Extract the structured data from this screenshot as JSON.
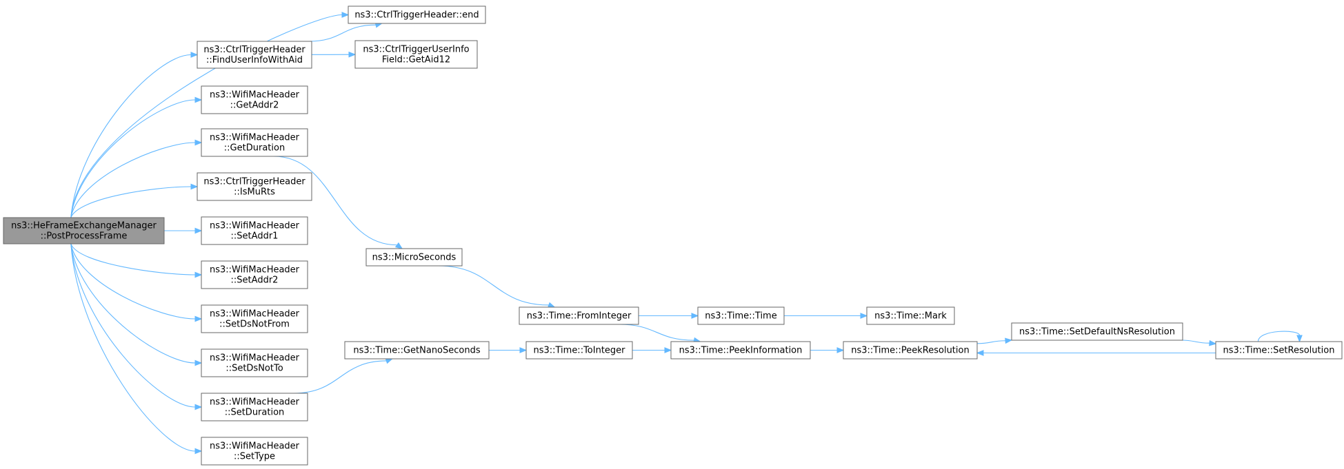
{
  "colors": {
    "edge": "#63b8ff",
    "root_fill": "#999999",
    "node_fill": "#ffffff",
    "node_stroke": "#666666"
  },
  "nodes": [
    {
      "id": "root",
      "lines": [
        "ns3::HeFrameExchangeManager",
        "::PostProcessFrame"
      ]
    },
    {
      "id": "ctrl_end",
      "lines": [
        "ns3::CtrlTriggerHeader::end"
      ]
    },
    {
      "id": "find_user",
      "lines": [
        "ns3::CtrlTriggerHeader",
        "::FindUserInfoWithAid"
      ]
    },
    {
      "id": "get_aid12",
      "lines": [
        "ns3::CtrlTriggerUserInfo",
        "Field::GetAid12"
      ]
    },
    {
      "id": "get_addr2",
      "lines": [
        "ns3::WifiMacHeader",
        "::GetAddr2"
      ]
    },
    {
      "id": "get_duration",
      "lines": [
        "ns3::WifiMacHeader",
        "::GetDuration"
      ]
    },
    {
      "id": "is_murts",
      "lines": [
        "ns3::CtrlTriggerHeader",
        "::IsMuRts"
      ]
    },
    {
      "id": "set_addr1",
      "lines": [
        "ns3::WifiMacHeader",
        "::SetAddr1"
      ]
    },
    {
      "id": "set_addr2",
      "lines": [
        "ns3::WifiMacHeader",
        "::SetAddr2"
      ]
    },
    {
      "id": "set_dsnotfrom",
      "lines": [
        "ns3::WifiMacHeader",
        "::SetDsNotFrom"
      ]
    },
    {
      "id": "set_dsnotto",
      "lines": [
        "ns3::WifiMacHeader",
        "::SetDsNotTo"
      ]
    },
    {
      "id": "set_duration",
      "lines": [
        "ns3::WifiMacHeader",
        "::SetDuration"
      ]
    },
    {
      "id": "set_type",
      "lines": [
        "ns3::WifiMacHeader",
        "::SetType"
      ]
    },
    {
      "id": "microseconds",
      "lines": [
        "ns3::MicroSeconds"
      ]
    },
    {
      "id": "from_integer",
      "lines": [
        "ns3::Time::FromInteger"
      ]
    },
    {
      "id": "time_time",
      "lines": [
        "ns3::Time::Time"
      ]
    },
    {
      "id": "time_mark",
      "lines": [
        "ns3::Time::Mark"
      ]
    },
    {
      "id": "get_nanoseconds",
      "lines": [
        "ns3::Time::GetNanoSeconds"
      ]
    },
    {
      "id": "to_integer",
      "lines": [
        "ns3::Time::ToInteger"
      ]
    },
    {
      "id": "peek_information",
      "lines": [
        "ns3::Time::PeekInformation"
      ]
    },
    {
      "id": "peek_resolution",
      "lines": [
        "ns3::Time::PeekResolution"
      ]
    },
    {
      "id": "set_default_ns",
      "lines": [
        "ns3::Time::SetDefaultNsResolution"
      ]
    },
    {
      "id": "set_resolution",
      "lines": [
        "ns3::Time::SetResolution"
      ]
    }
  ],
  "edges": [
    {
      "from": "root",
      "to": "ctrl_end"
    },
    {
      "from": "root",
      "to": "find_user"
    },
    {
      "from": "root",
      "to": "get_addr2"
    },
    {
      "from": "root",
      "to": "get_duration"
    },
    {
      "from": "root",
      "to": "is_murts"
    },
    {
      "from": "root",
      "to": "set_addr1"
    },
    {
      "from": "root",
      "to": "set_addr2"
    },
    {
      "from": "root",
      "to": "set_dsnotfrom"
    },
    {
      "from": "root",
      "to": "set_dsnotto"
    },
    {
      "from": "root",
      "to": "set_duration"
    },
    {
      "from": "root",
      "to": "set_type"
    },
    {
      "from": "find_user",
      "to": "ctrl_end"
    },
    {
      "from": "find_user",
      "to": "get_aid12"
    },
    {
      "from": "get_duration",
      "to": "microseconds"
    },
    {
      "from": "microseconds",
      "to": "from_integer"
    },
    {
      "from": "from_integer",
      "to": "time_time"
    },
    {
      "from": "from_integer",
      "to": "peek_information"
    },
    {
      "from": "time_time",
      "to": "time_mark"
    },
    {
      "from": "set_duration",
      "to": "get_nanoseconds"
    },
    {
      "from": "get_nanoseconds",
      "to": "to_integer"
    },
    {
      "from": "to_integer",
      "to": "peek_information"
    },
    {
      "from": "peek_information",
      "to": "peek_resolution"
    },
    {
      "from": "peek_resolution",
      "to": "set_default_ns"
    },
    {
      "from": "set_default_ns",
      "to": "set_resolution"
    },
    {
      "from": "set_resolution",
      "to": "peek_resolution"
    },
    {
      "from": "set_resolution",
      "to": "set_resolution"
    }
  ]
}
